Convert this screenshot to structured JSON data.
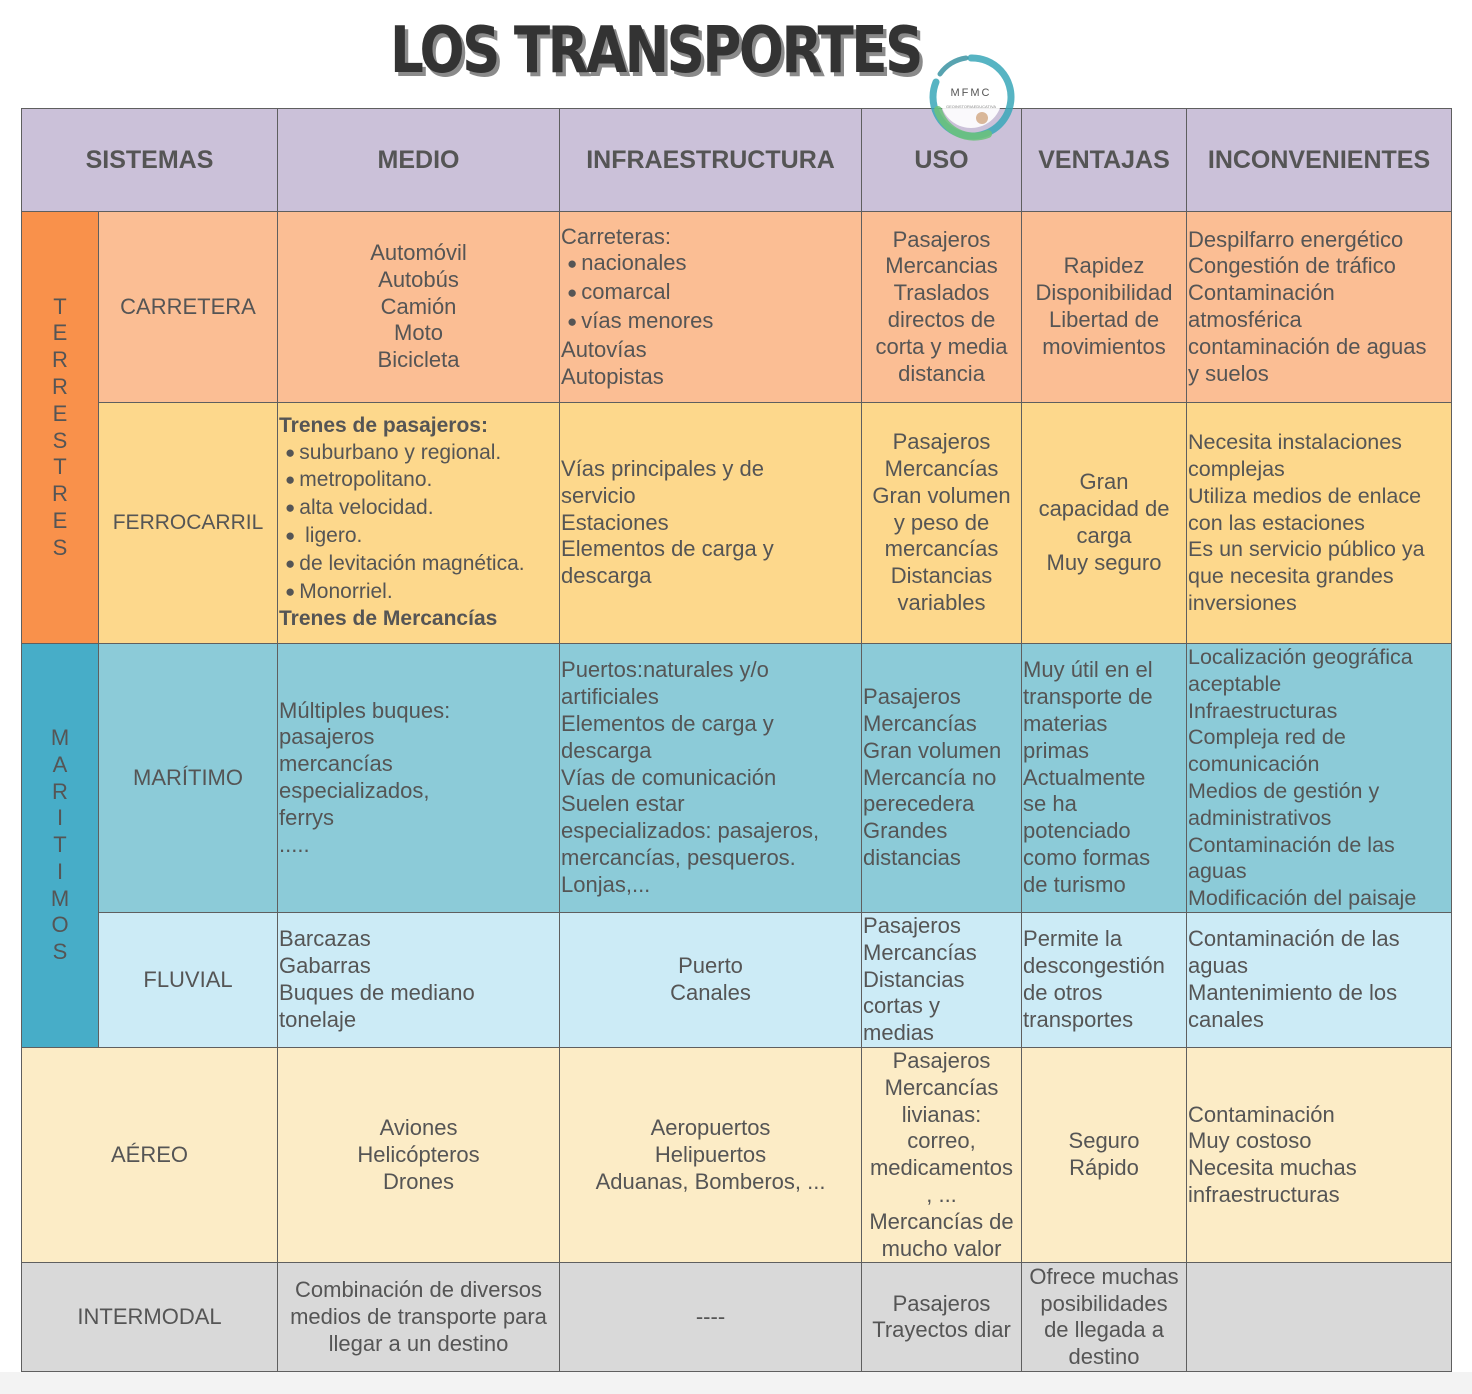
{
  "title": "LOS TRANSPORTES",
  "logo": {
    "text": "MFMC",
    "subtext": "GEOINSTORIAEDUCATIVA"
  },
  "headers": [
    "SISTEMAS",
    "MEDIO",
    "INFRAESTRUCTURA",
    "USO",
    "VENTAJAS",
    "INCONVENIENTES"
  ],
  "groups": {
    "terrestres": [
      "T",
      "E",
      "R",
      "R",
      "E",
      "S",
      "T",
      "R",
      "E",
      "S"
    ],
    "maritimos": [
      "M",
      "A",
      "R",
      "I",
      "T",
      "I",
      "M",
      "O",
      "S"
    ]
  },
  "rows": {
    "carretera": {
      "name": "CARRETERA",
      "medio": [
        "Automóvil",
        "Autobús",
        "Camión",
        "Moto",
        "Bicicleta"
      ],
      "infra_intro": "Carreteras:",
      "infra_bullets": [
        "nacionales",
        "comarcal",
        "vías menores"
      ],
      "infra_rest": [
        "Autovías",
        "Autopistas"
      ],
      "uso": [
        "Pasajeros",
        "Mercancias",
        "Traslados",
        "directos de",
        "corta y media",
        "distancia"
      ],
      "ventajas": [
        "Rapidez",
        "Disponibilidad",
        "Libertad de",
        "movimientos"
      ],
      "inconvenientes": [
        "Despilfarro energético",
        "Congestión de tráfico",
        "Contaminación",
        "atmosférica",
        "contaminación de aguas",
        "y suelos"
      ]
    },
    "ferrocarril": {
      "name": "FERROCARRIL",
      "medio_heading1": "Trenes de pasajeros:",
      "medio_bullets": [
        "suburbano y regional.",
        "metropolitano.",
        "alta velocidad.",
        " ligero.",
        "de levitación magnética.",
        "Monorriel."
      ],
      "medio_heading2": "Trenes de Mercancías",
      "infra": [
        "Vías principales y de",
        "servicio",
        "Estaciones",
        "Elementos de carga y",
        "descarga"
      ],
      "uso": [
        "Pasajeros",
        "Mercancías",
        "Gran volumen",
        "y peso de",
        "mercancías",
        "Distancias",
        "variables"
      ],
      "ventajas": [
        "Gran",
        "capacidad de",
        "carga",
        "Muy seguro"
      ],
      "inconvenientes": [
        "Necesita instalaciones",
        "complejas",
        "Utiliza medios de enlace",
        "con las estaciones",
        "Es un servicio público ya",
        "que necesita grandes",
        "inversiones"
      ]
    },
    "maritimo": {
      "name": "MARÍTIMO",
      "medio": [
        "Múltiples buques:",
        "pasajeros",
        "mercancías",
        "especializados,",
        "ferrys",
        "....."
      ],
      "infra": [
        "Puertos:naturales y/o",
        "artificiales",
        "Elementos de carga y",
        "descarga",
        "Vías de comunicación",
        "Suelen estar",
        "especializados: pasajeros,",
        "mercancías, pesqueros.",
        "Lonjas,..."
      ],
      "uso": [
        "Pasajeros",
        "Mercancías",
        "Gran volumen",
        "Mercancía no",
        "perecedera",
        "Grandes",
        "distancias"
      ],
      "ventajas": [
        "Muy útil en el",
        "transporte de",
        "materias",
        "primas",
        "Actualmente",
        "se ha",
        "potenciado",
        "como formas",
        "de turismo"
      ],
      "inconvenientes": [
        "Localización geográfica",
        "aceptable",
        "Infraestructuras",
        "Compleja red de",
        "comunicación",
        "Medios de gestión y",
        "administrativos",
        "Contaminación de las",
        "aguas",
        "Modificación del paisaje"
      ]
    },
    "fluvial": {
      "name": "FLUVIAL",
      "medio": [
        "Barcazas",
        "Gabarras",
        "Buques de mediano",
        "tonelaje"
      ],
      "infra": [
        "Puerto",
        "Canales"
      ],
      "uso": [
        "Pasajeros",
        "Mercancías",
        "Distancias",
        "cortas y",
        "medias"
      ],
      "ventajas": [
        "Permite la",
        "descongestión",
        "de otros",
        "transportes"
      ],
      "inconvenientes": [
        "Contaminación de las",
        "aguas",
        "Mantenimiento de los",
        "canales"
      ]
    },
    "aereo": {
      "name": "AÉREO",
      "medio": [
        "Aviones",
        "Helicópteros",
        "Drones"
      ],
      "infra": [
        "Aeropuertos",
        "Helipuertos",
        "Aduanas, Bomberos, ..."
      ],
      "uso": [
        "Pasajeros",
        "Mercancías",
        "livianas:",
        "correo,",
        "medicamentos",
        ", ...",
        "Mercancías de",
        "mucho valor"
      ],
      "ventajas": [
        "Seguro",
        "Rápido"
      ],
      "inconvenientes": [
        "Contaminación",
        "Muy costoso",
        "Necesita muchas",
        "infraestructuras"
      ]
    },
    "intermodal": {
      "name": "INTERMODAL",
      "medio": [
        "Combinación de diversos",
        "medios de transporte para",
        "llegar a un destino"
      ],
      "infra": [
        "----"
      ],
      "uso": [
        "Pasajeros",
        "Trayectos diar"
      ],
      "ventajas": [
        "Ofrece muchas",
        "posibilidades",
        "de llegada a",
        "destino"
      ],
      "inconvenientes": []
    }
  }
}
